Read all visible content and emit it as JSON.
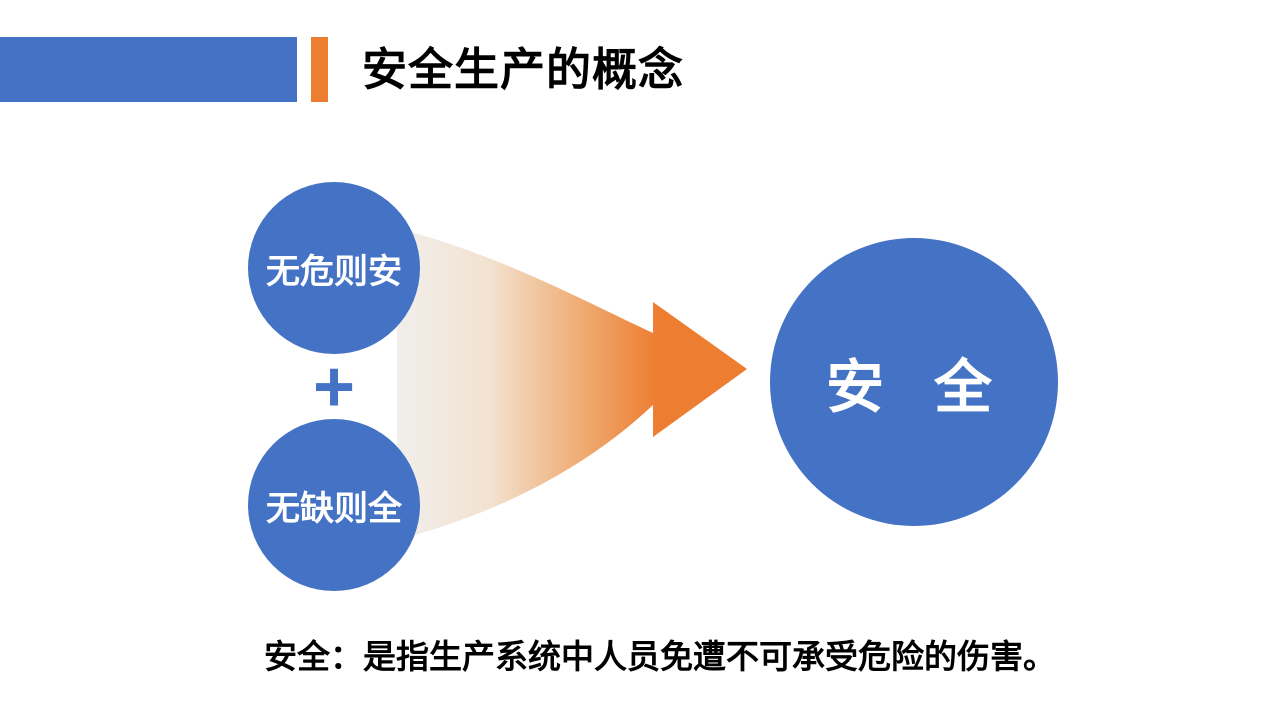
{
  "slide": {
    "title": "安全生产的概念",
    "caption": "安全：是指生产系统中人员免遭不可承受危险的伤害。"
  },
  "diagram": {
    "input_circles": [
      {
        "label": "无危则安"
      },
      {
        "label": "无缺则全"
      }
    ],
    "plus_sign": "+",
    "result_circle": {
      "label": "安 全"
    }
  },
  "colors": {
    "accent_blue": "#4472C4",
    "accent_orange": "#ED7D31",
    "funnel_light": "#F1F0EF",
    "title_text": "#000000",
    "circle_text": "#FFFFFF"
  }
}
